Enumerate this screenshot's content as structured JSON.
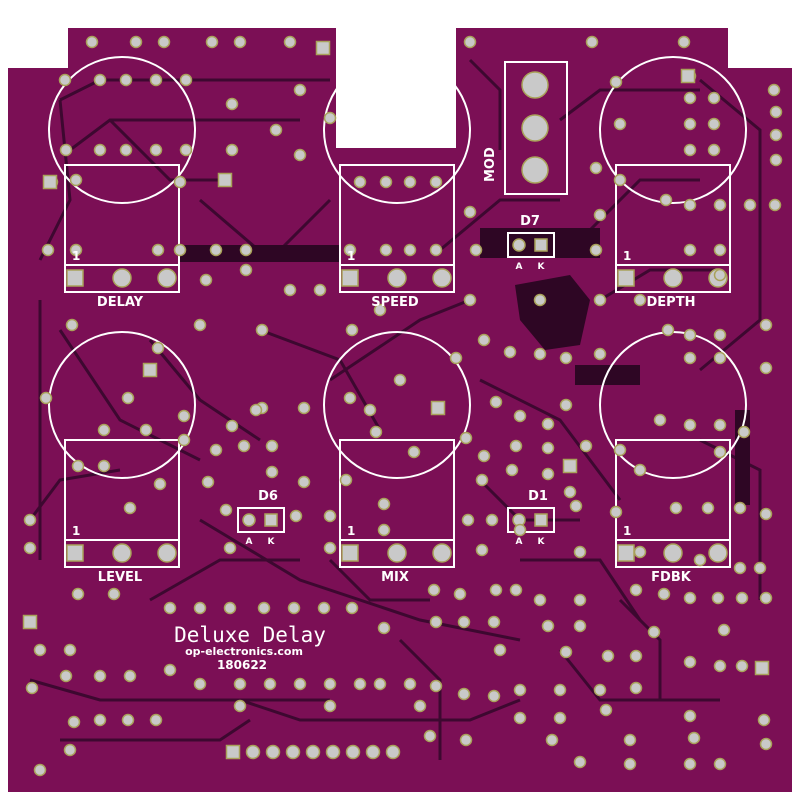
{
  "board": {
    "title": "Deluxe Delay",
    "website": "op-electronics.com",
    "date_code": "180622",
    "colors": {
      "board": "#7b0f55",
      "trace": "#3d0830",
      "pad": "#c9c9c9",
      "pad_ring": "#a9a25a",
      "silkscreen": "#ffffff"
    }
  },
  "pots": [
    {
      "label": "DELAY",
      "pin1": "1"
    },
    {
      "label": "SPEED",
      "pin1": "1"
    },
    {
      "label": "DEPTH",
      "pin1": "1"
    },
    {
      "label": "LEVEL",
      "pin1": "1"
    },
    {
      "label": "MIX",
      "pin1": "1"
    },
    {
      "label": "FDBK",
      "pin1": "1"
    }
  ],
  "diodes": [
    {
      "label": "D7",
      "anode": "A",
      "cathode": "K"
    },
    {
      "label": "D6",
      "anode": "A",
      "cathode": "K"
    },
    {
      "label": "D1",
      "anode": "A",
      "cathode": "K"
    }
  ],
  "switch": {
    "label": "MOD"
  }
}
